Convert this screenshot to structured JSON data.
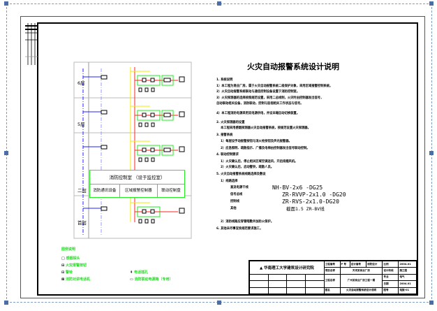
{
  "drawing": {
    "title": "火灾自动报警系统设计说明",
    "notes": [
      "1. 系统说明",
      "1）本工程为商业厂房，属于火灾自动报警系统二级保护对象，采用区域报警控制系统。",
      "2）火灾自动报警系统联动与通信控制设备设置于消防控制室。",
      "3）火灾探测器的选择按照规范设置，采用二总线制，火灾时由控制器发出信号，",
      "自动联动相关设备，消防联动，控制与监视相关工作状态与信号。",
      "4）本工程消防电源采用双电源供电，并设末端自动切换装置。",
      "2. 火灾探测器的设置",
      "本工程采用感烟探测器火灾自动报警系统，按规范设置火灾探测器。",
      "3. 报警系统",
      "1）每层设手动报警按钮与消火栓按钮及声光报警器。",
      "2）应急照明、疏散指示、广播及电梯由控制器发出信号联动控制。",
      "4. 联动控制要求",
      "1）火灾确认后，停止相关区域空调送风，开启排烟风机。",
      "2）火灾确认后，启动警铃，疏散人员。",
      "5. 火灾自动报警系统线路选择及敷设",
      "1）线路选择",
      "2）消防线路应穿管暗敷并加防火保护。",
      "6. 其他未尽事宜按规范要求施工。"
    ],
    "cables": [
      {
        "label": "直流电源干线",
        "spec": "NH-BV-2x6 -DG25"
      },
      {
        "label": "信号总线",
        "spec": "ZR-RVVP-2x1.0 -DG20"
      },
      {
        "label": "控制线",
        "spec": "ZR-RVS-2x1.0-DG20"
      },
      {
        "label": "其他",
        "spec": "截面1.5 ZR-BV线"
      }
    ]
  },
  "diagram": {
    "floors": [
      "6层",
      "5层",
      "二层",
      "首层"
    ],
    "control_room_title": "消防控制室  （设于监控室）",
    "control_units": [
      "消防通讯设备",
      "区域报警控制器",
      "联动控制盘"
    ],
    "legend_title": "图例说明",
    "legend": [
      {
        "symbol": "□",
        "label": "感烟探头"
      },
      {
        "symbol": "⊟",
        "label": "火灾报警按钮"
      },
      {
        "symbol": "⊡",
        "label": "警铃"
      },
      {
        "symbol": "⊠",
        "label": "消防对讲电话机"
      },
      {
        "symbol": "↟",
        "label": "电话插孔"
      },
      {
        "symbol": "▭",
        "label": "消防联动电源箱（专用）"
      }
    ]
  },
  "title_block": {
    "institute": "华南理工大学建筑设计研究院",
    "rows": [
      [
        "工程编号",
        "P 号",
        "设计编号",
        "消防设计"
      ],
      [
        "项目名称",
        "天河某商业厂房"
      ],
      [
        "工程名称",
        "广州某商业厂房工程一期"
      ],
      [
        "图名",
        "火灾自动报警系统设计说明"
      ]
    ],
    "right": [
      [
        "比例",
        "2004.01"
      ],
      [
        "设计阶段",
        "施工图"
      ],
      [
        "专业",
        "电气"
      ],
      [
        "日期",
        "2004.01"
      ],
      [
        "图号",
        "电施-01"
      ]
    ]
  }
}
